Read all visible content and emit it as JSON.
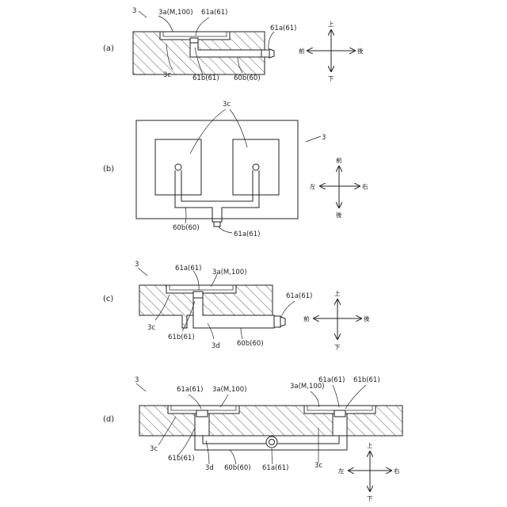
{
  "panels": [
    {
      "id": "a",
      "panel_label": "(a)",
      "labels": [
        "3",
        "3a(M,100)",
        "61a(61)",
        "61a(61)",
        "3c",
        "61b(61)",
        "60b(60)"
      ],
      "directions": {
        "up": "上",
        "down": "下",
        "left": "前",
        "right": "後"
      }
    },
    {
      "id": "b",
      "panel_label": "(b)",
      "labels": [
        "3c",
        "3",
        "60b(60)",
        "61a(61)"
      ],
      "directions": {
        "up": "前",
        "down": "後",
        "left": "左",
        "right": "右"
      }
    },
    {
      "id": "c",
      "panel_label": "(c)",
      "labels": [
        "3",
        "61a(61)",
        "3a(M,100)",
        "61a(61)",
        "3c",
        "61b(61)",
        "3d",
        "60b(60)"
      ],
      "directions": {
        "up": "上",
        "down": "下",
        "left": "前",
        "right": "後"
      }
    },
    {
      "id": "d",
      "panel_label": "(d)",
      "labels": [
        "3",
        "61a(61)",
        "3a(M,100)",
        "3a(M,100)",
        "61a(61)",
        "61b(61)",
        "3c",
        "61b(61)",
        "3d",
        "60b(60)",
        "61a(61)",
        "3c"
      ],
      "directions": {
        "up": "上",
        "down": "下",
        "left": "左",
        "right": "右"
      }
    }
  ]
}
